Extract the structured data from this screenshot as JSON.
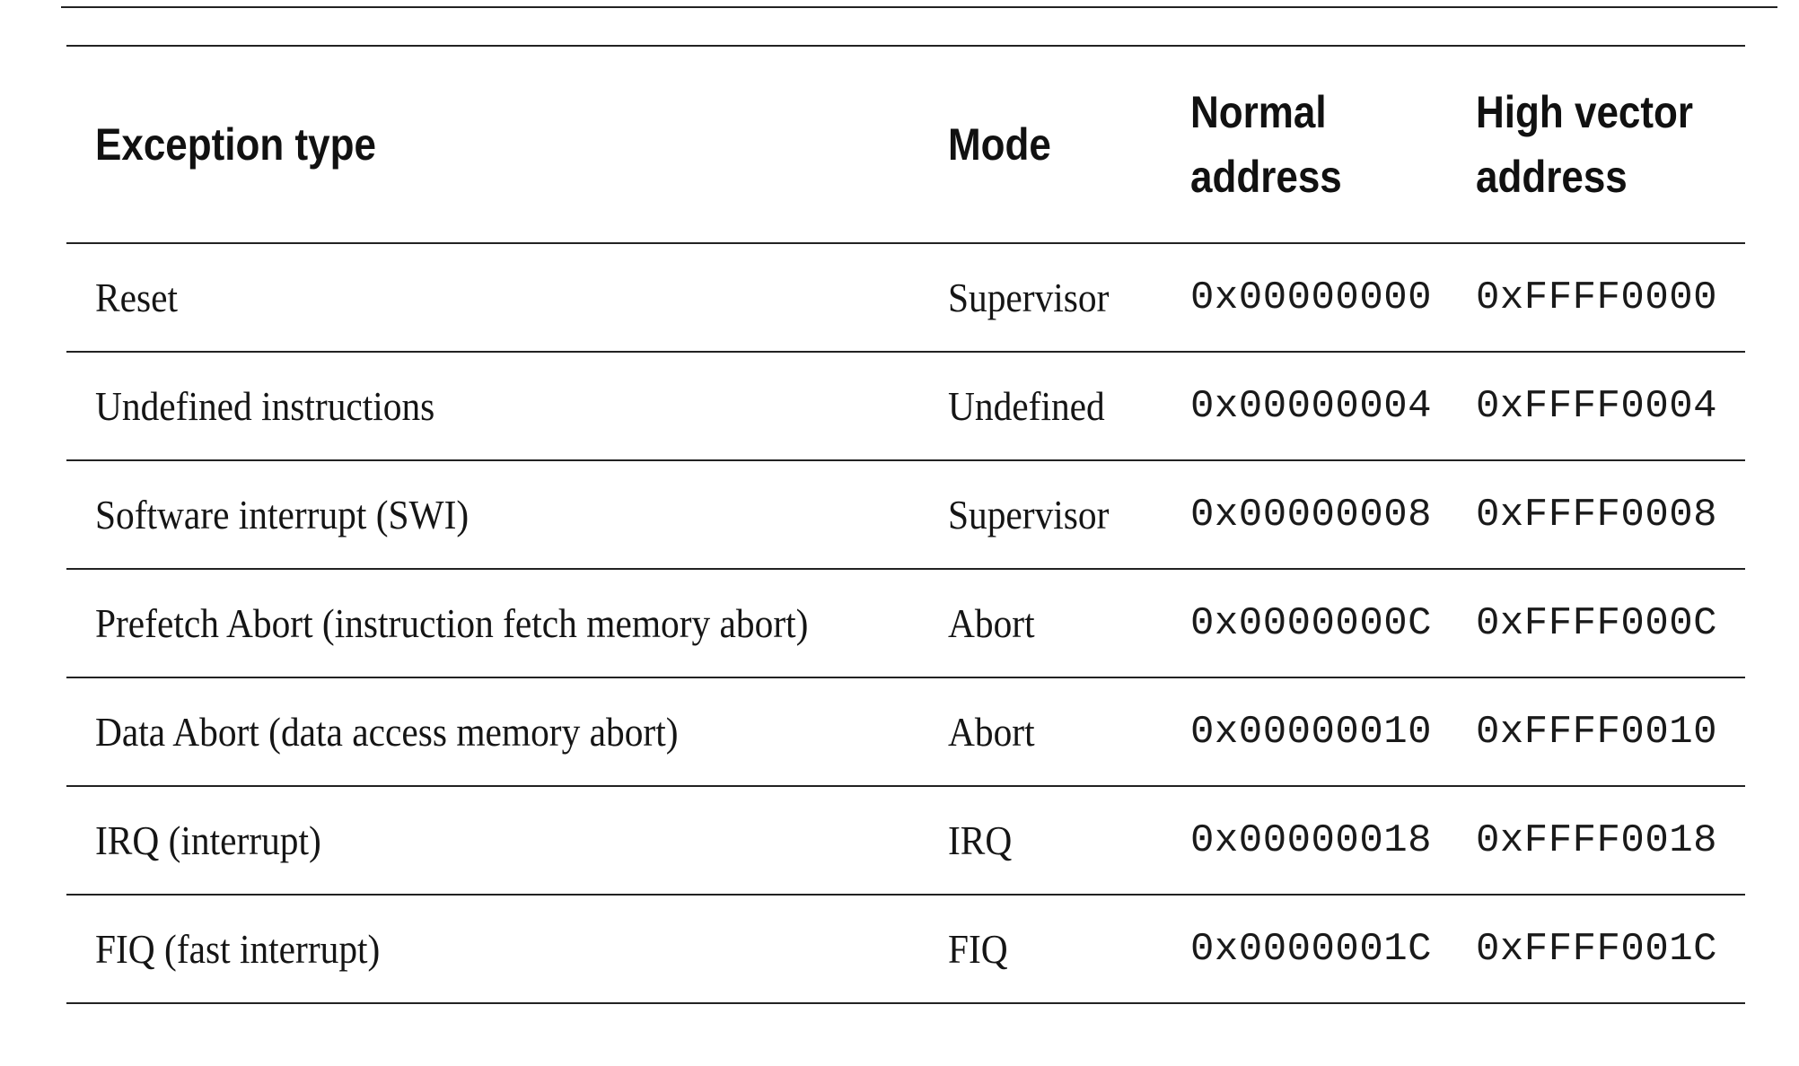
{
  "table": {
    "headers": {
      "type": "Exception type",
      "mode": "Mode",
      "normal_line1": "Normal",
      "normal_line2": "address",
      "high_line1": "High vector",
      "high_line2": "address"
    },
    "rows": [
      {
        "type": "Reset",
        "mode": "Supervisor",
        "normal": "0x00000000",
        "high": "0xFFFF0000"
      },
      {
        "type": "Undefined instructions",
        "mode": "Undefined",
        "normal": "0x00000004",
        "high": "0xFFFF0004"
      },
      {
        "type": "Software interrupt (SWI)",
        "mode": "Supervisor",
        "normal": "0x00000008",
        "high": "0xFFFF0008"
      },
      {
        "type": "Prefetch Abort (instruction fetch memory abort)",
        "mode": "Abort",
        "normal": "0x0000000C",
        "high": "0xFFFF000C"
      },
      {
        "type": "Data Abort (data access memory abort)",
        "mode": "Abort",
        "normal": "0x00000010",
        "high": "0xFFFF0010"
      },
      {
        "type": "IRQ (interrupt)",
        "mode": "IRQ",
        "normal": "0x00000018",
        "high": "0xFFFF0018"
      },
      {
        "type": "FIQ (fast interrupt)",
        "mode": "FIQ",
        "normal": "0x0000001C",
        "high": "0xFFFF001C"
      }
    ]
  }
}
